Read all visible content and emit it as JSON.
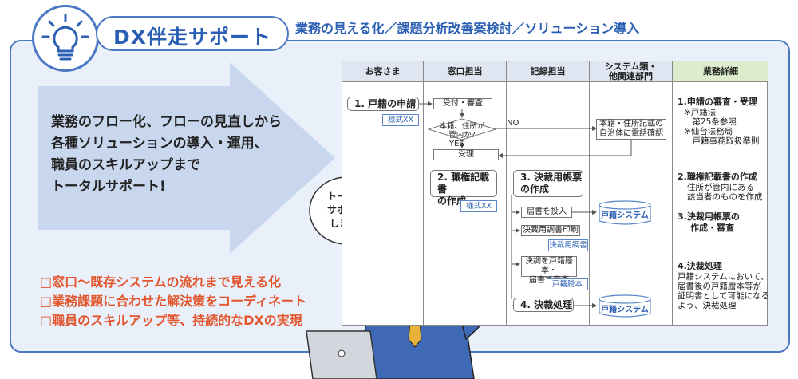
{
  "title": "DX伴走サポート",
  "subtitle": "業務の見える化／課題分析改善案検討／ソリューション導入",
  "icon": "lightbulb-icon",
  "accent_color": "#4a78c2",
  "highlight_color": "#e2552d",
  "arrow_text": [
    "業務のフロー化、フローの見直しから",
    "各種ソリューションの導入・運用、",
    "職員のスキルアップまで",
    "トータルサポート!"
  ],
  "checklist": [
    "□窓口〜既存システムの流れまで見える化",
    "□業務課題に合わせた解決策をコーディネート",
    "□職員のスキルアップ等、持続的なDXの実現"
  ],
  "speech_bubble": [
    "トータル",
    "サポート",
    "します!"
  ],
  "flow": {
    "columns": [
      "お客さま",
      "窓口担当",
      "記録担当",
      "システム類・\n他関連部門",
      "業務詳細"
    ],
    "customer_step": "1. 戸籍の申請",
    "customer_form": "様式XX",
    "reception": "受付・審査",
    "decision": "本籍、住所が\n管内か?",
    "yes": "YES",
    "no": "NO",
    "accept": "受理",
    "phone_check": "本籍・住所記載の\n自治体に電話確認",
    "step2": "2. 職権記載書\nの作成",
    "step2_form": "様式XX",
    "step3": "3. 決裁用帳票\nの作成",
    "input": "届書を投入",
    "system1": "戸籍システム",
    "print": "決裁用調書印刷",
    "print_doc": "決裁用調書",
    "review": "決調を戸籍謄本・\n届書で審査",
    "copy_doc": "戸籍謄本",
    "step4": "4. 決裁処理",
    "system2": "戸籍システム"
  },
  "details": [
    {
      "heading": "1.申請の審査・受理",
      "lines": [
        "※戸籍法",
        "　第25条参照",
        "※仙台法務局",
        "　戸籍事務取扱準則"
      ]
    },
    {
      "heading": "2.職権記載書の作成",
      "lines": [
        "住所が管内にある",
        "該当者のものを作成"
      ]
    },
    {
      "heading": "3.決裁用帳票の",
      "lines": [
        "作成・審査"
      ]
    },
    {
      "heading": "4.決裁処理",
      "lines": [
        "戸籍システムにおいて、",
        "届書後の戸籍謄本等が",
        "証明書として可能になる",
        "よう、決裁処理"
      ]
    }
  ]
}
